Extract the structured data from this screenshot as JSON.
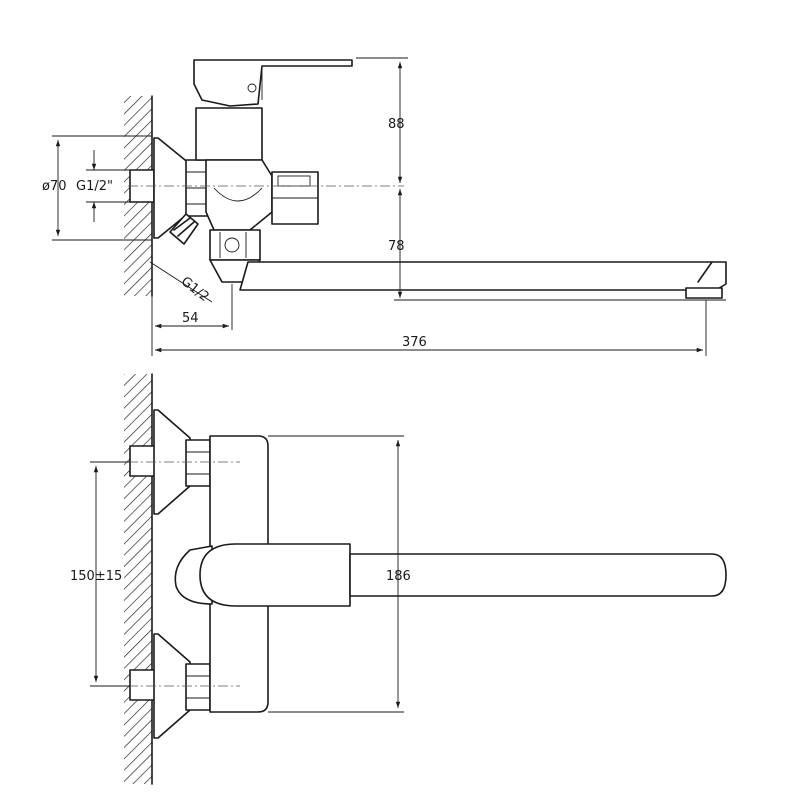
{
  "dimensions": {
    "height_88": "88",
    "flange_dia": "ø70",
    "inlet_thread": "G1/2\"",
    "height_78": "78",
    "shower_thread": "G1/2",
    "offset_54": "54",
    "length_376": "376",
    "spacing": "150±15",
    "width_186": "186"
  }
}
